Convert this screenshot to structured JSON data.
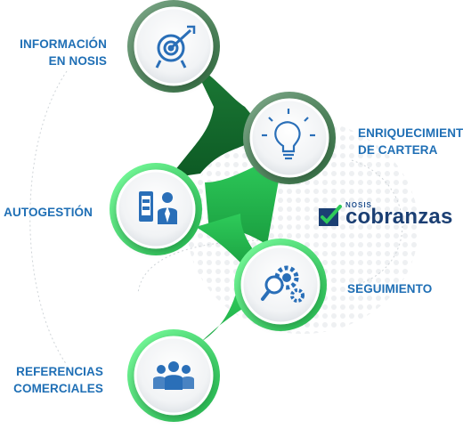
{
  "nodes": [
    {
      "key": "informacion",
      "label_lines": [
        "INFORMACIÓN",
        "EN NOSIS"
      ],
      "icon": "target-icon"
    },
    {
      "key": "enriquecimiento",
      "label_lines": [
        "ENRIQUECIMIENTO",
        "DE CARTERA"
      ],
      "icon": "lightbulb-icon"
    },
    {
      "key": "autogestion",
      "label_lines": [
        "AUTOGESTIÓN"
      ],
      "icon": "phone-user-icon"
    },
    {
      "key": "seguimiento",
      "label_lines": [
        "SEGUIMIENTO"
      ],
      "icon": "gears-magnifier-icon"
    },
    {
      "key": "referencias",
      "label_lines": [
        "REFERENCIAS",
        "COMERCIALES"
      ],
      "icon": "team-icon"
    }
  ],
  "brand": {
    "small": "NOSIS",
    "big": "cobranzas"
  },
  "colors": {
    "label": "#1f6fb5",
    "connector_dark": "#0f6b2c",
    "connector_light": "#3fd86a",
    "icon": "#2a6fb8",
    "ring": "#ffffff"
  }
}
